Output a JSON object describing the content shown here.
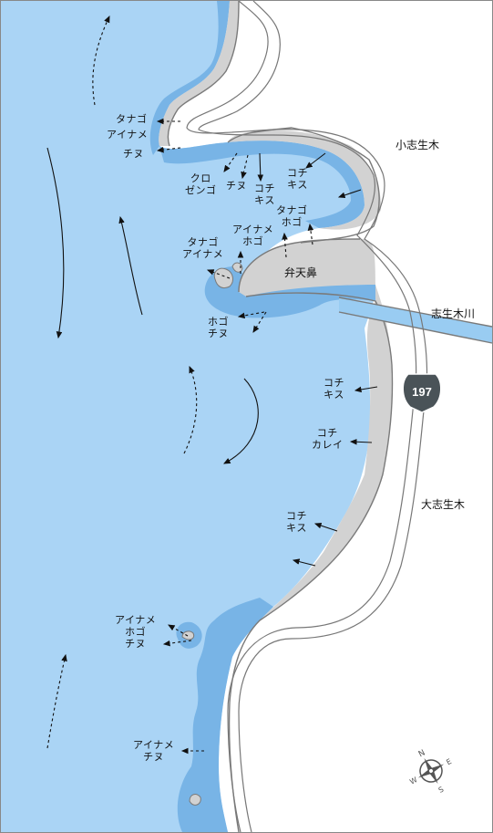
{
  "places": {
    "koshiki": "小志生木",
    "oshiki": "大志生木",
    "river": "志生木川",
    "cape": "弁天鼻"
  },
  "route_shield": {
    "number": "197",
    "color": "#4a5358"
  },
  "fish_labels": {
    "l1": "タナゴ",
    "l2": "アイナメ",
    "l3": "チヌ",
    "l4": "クロ\nゼンゴ",
    "l5": "チヌ",
    "l6": "コチ\nキス",
    "l7": "コチ\nキス",
    "l8": "タナゴ\nホゴ",
    "l9": "アイナメ\nホゴ",
    "l10": "タナゴ\nアイナメ",
    "l11": "ホゴ\nチヌ",
    "l12": "コチ\nキス",
    "l13": "コチ\nカレイ",
    "l14": "コチ\nキス",
    "l15": "アイナメ\nホゴ\nチヌ",
    "l16": "アイナメ\nチヌ"
  },
  "compass": {
    "n": "N",
    "e": "E",
    "s": "S",
    "w": "W"
  },
  "colors": {
    "sea": "#aad4f5",
    "shallows": "#78b4e6",
    "shore": "#d2d2d2",
    "coast_line": "#7a7a7a",
    "river": "#99ccf2"
  }
}
